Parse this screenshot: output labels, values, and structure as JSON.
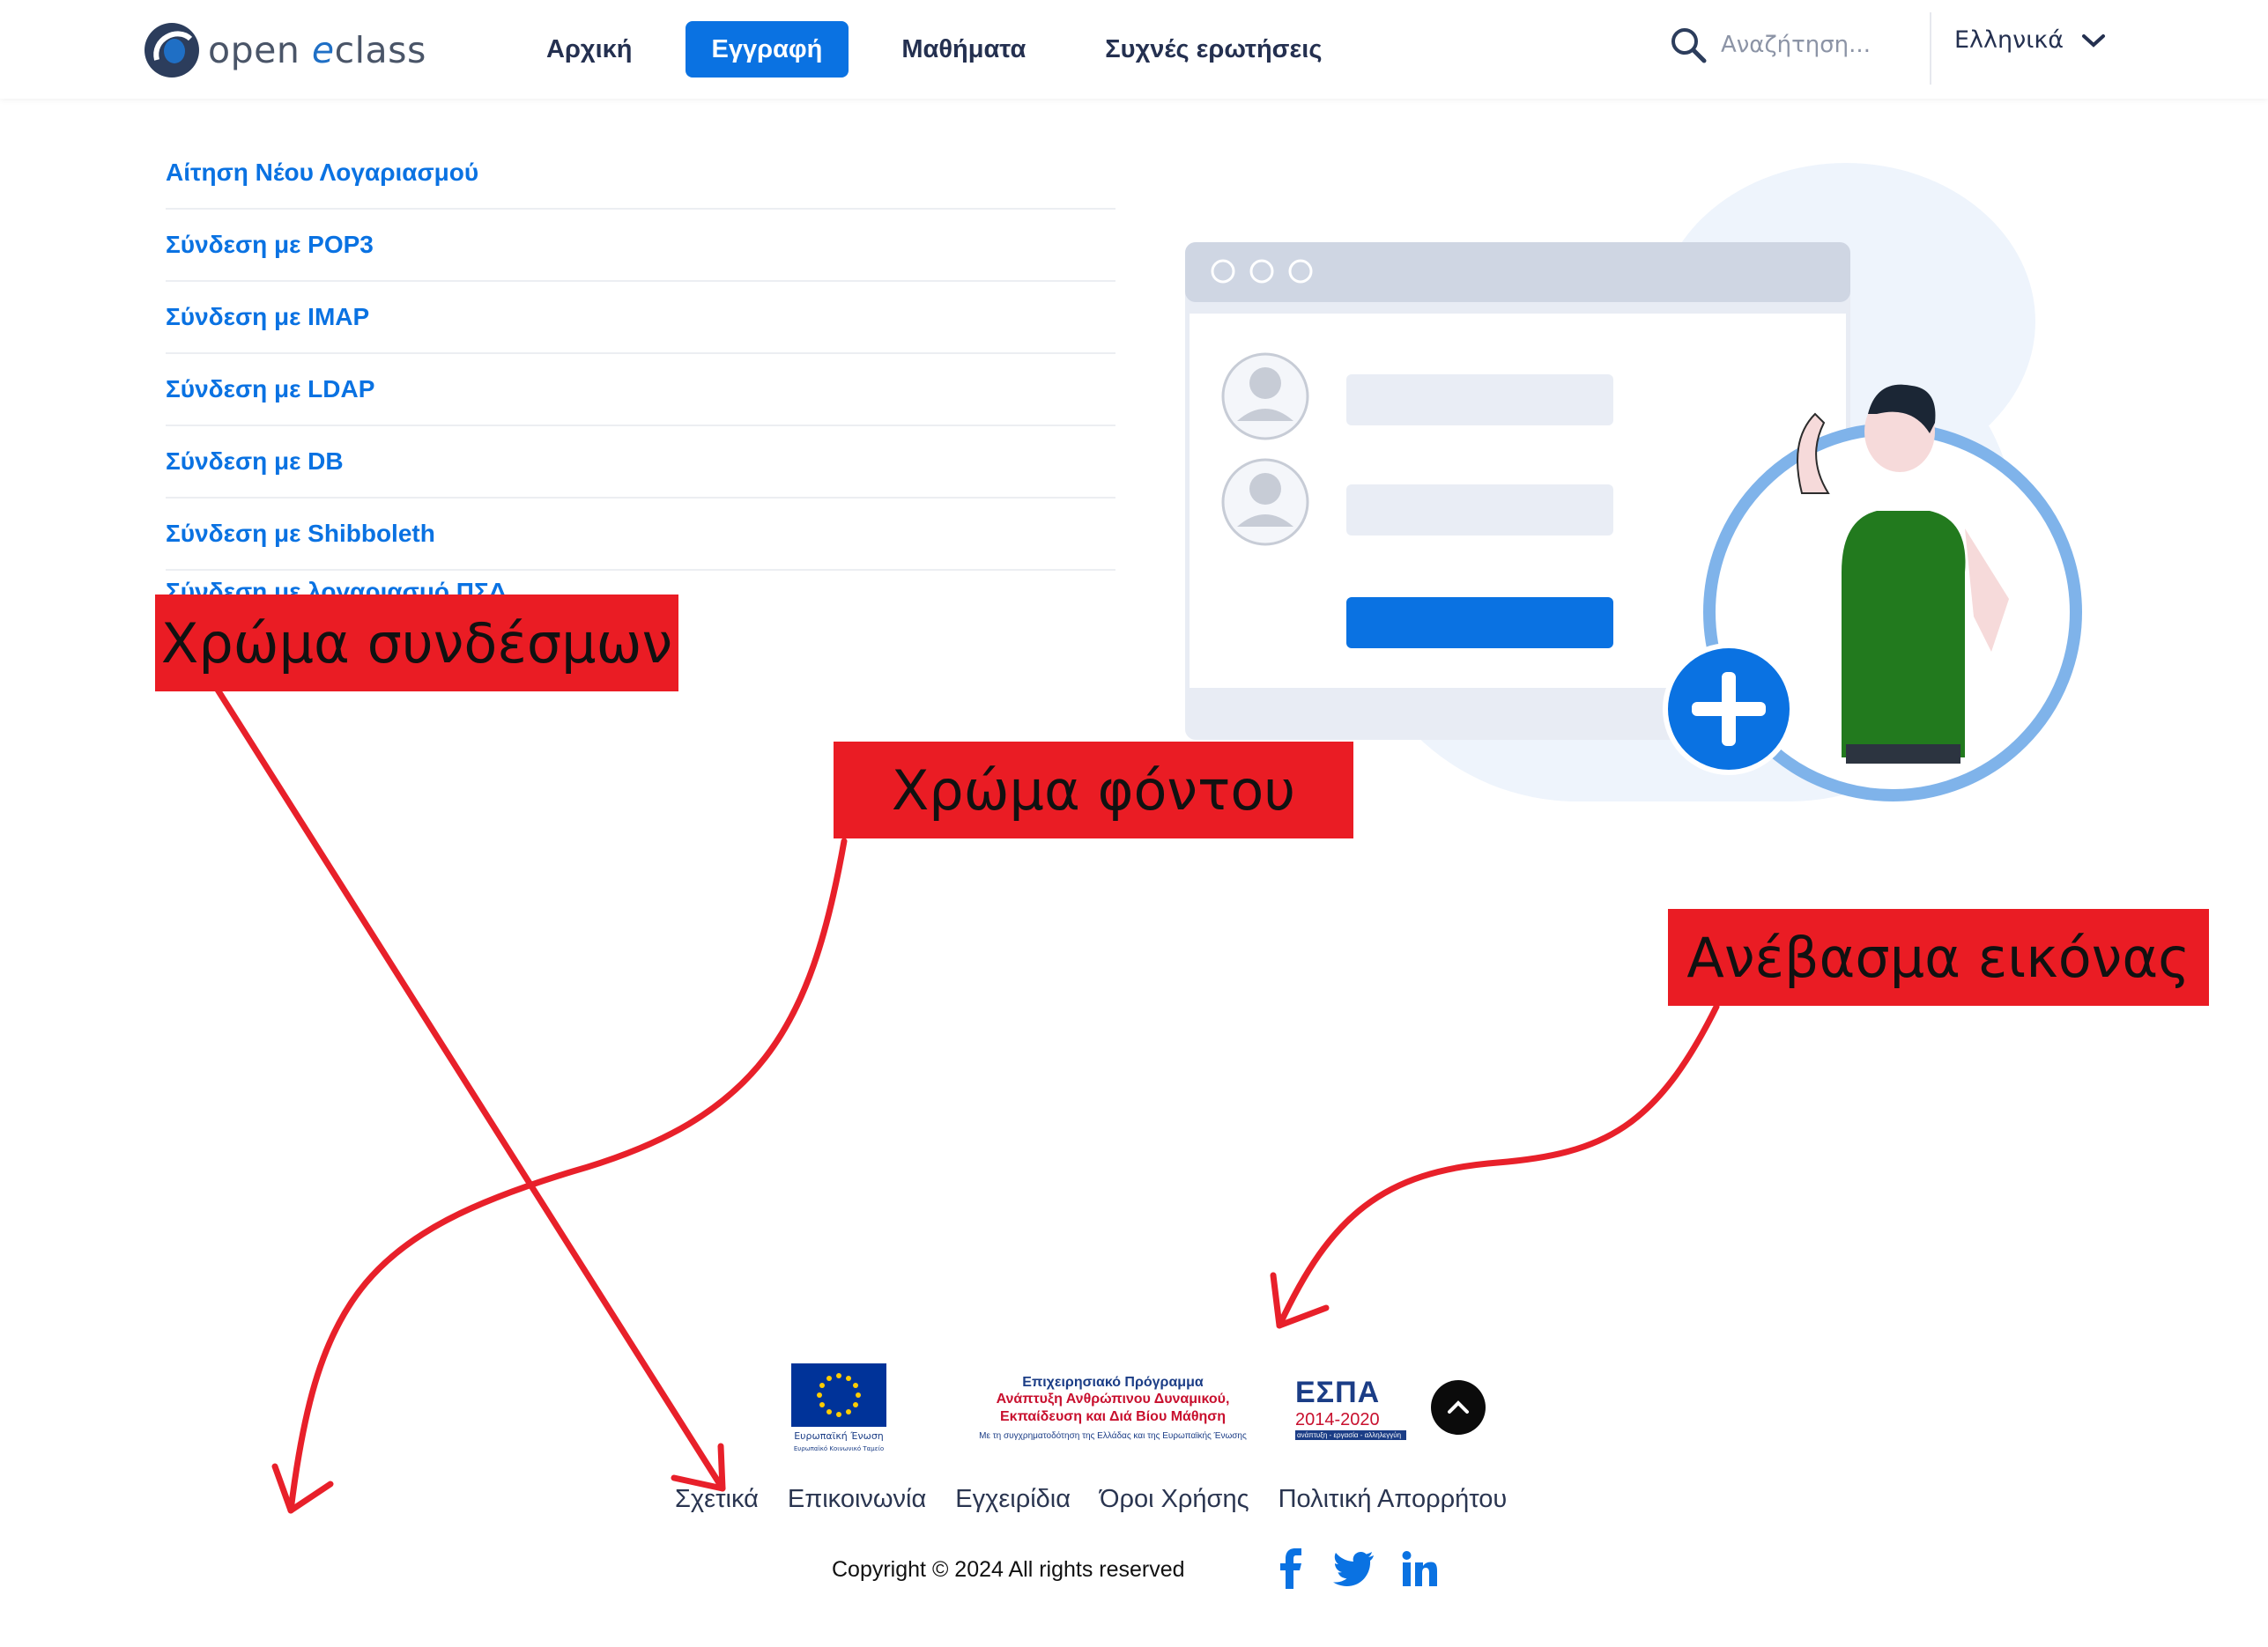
{
  "header": {
    "logo_word1": "open",
    "logo_word2_e": "e",
    "logo_word2_rest": "class",
    "nav": [
      "Αρχική",
      "Εγγραφή",
      "Μαθήματα",
      "Συχνές ερωτήσεις"
    ],
    "active_nav": "Εγγραφή",
    "search_placeholder": "Αναζήτηση...",
    "language": "Ελληνικά"
  },
  "links": [
    "Αίτηση Νέου Λογαριασμού",
    "Σύνδεση με POP3",
    "Σύνδεση με IMAP",
    "Σύνδεση με LDAP",
    "Σύνδεση με DB",
    "Σύνδεση με Shibboleth",
    "Σύνδεση με λογαριασμό ΠΣΔ"
  ],
  "annotations": {
    "link_color": "Χρώμα συνδέσμων",
    "background_color": "Χρώμα φόντου",
    "image_upload": "Ανέβασμα εικόνας"
  },
  "footer": {
    "eu_caption": "Ευρωπαϊκή Ένωση",
    "eu_subcaption": "Ευρωπαϊκό Κοινωνικό Ταμείο",
    "epan_line1": "Επιχειρησιακό Πρόγραμμα",
    "epan_line2": "Ανάπτυξη Ανθρώπινου Δυναμικού,",
    "epan_line3": "Εκπαίδευση και Διά Βίου Μάθηση",
    "epan_line4": "Με τη συγχρηματοδότηση της Ελλάδας και της Ευρωπαϊκής Ένωσης",
    "espa_title": "ΕΣΠΑ",
    "espa_years": "2014-2020",
    "espa_tag": "ανάπτυξη - εργασία - αλληλεγγύη",
    "links": [
      "Σχετικά",
      "Επικοινωνία",
      "Εγχειρίδια",
      "Όροι Χρήσης",
      "Πολιτική Απορρήτου"
    ],
    "copyright": "Copyright © 2024 All rights reserved"
  },
  "colors": {
    "accent": "#0a72e2",
    "annotation": "#ea1c24",
    "nav_text": "#243050",
    "person_shirt": "#227a1e"
  },
  "icons": {
    "logo": "eclass-logo-icon",
    "search": "search-icon",
    "language": "chevron-down-icon",
    "to_top": "chevron-up-icon",
    "social": [
      "facebook-icon",
      "twitter-icon",
      "linkedin-icon"
    ]
  }
}
